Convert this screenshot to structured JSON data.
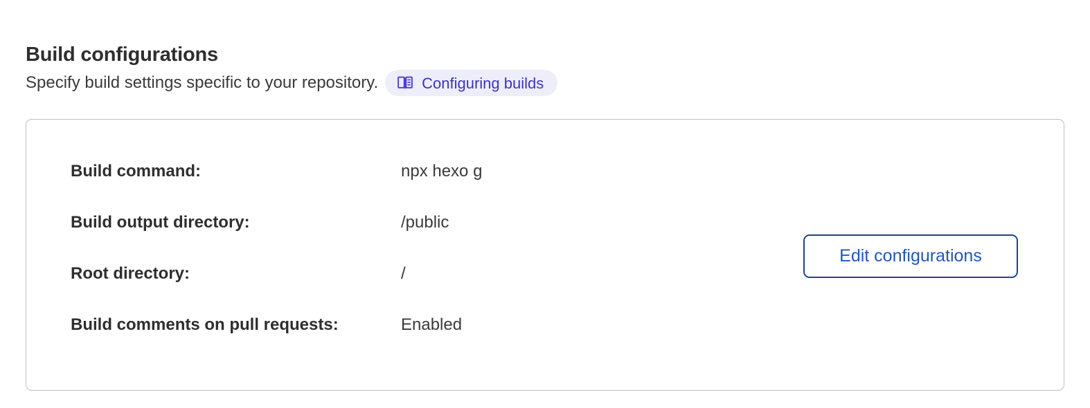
{
  "header": {
    "title": "Build configurations",
    "subtitle": "Specify build settings specific to your repository.",
    "doc_badge": {
      "label": "Configuring builds",
      "icon": "book-icon",
      "background_color": "#eeeefa",
      "text_color": "#3d32c4"
    }
  },
  "card": {
    "border_color": "#bfbfbf",
    "background_color": "#ffffff",
    "rows": [
      {
        "label": "Build command:",
        "value": "npx hexo g"
      },
      {
        "label": "Build output directory:",
        "value": "/public"
      },
      {
        "label": "Root directory:",
        "value": "/"
      },
      {
        "label": "Build comments on pull requests:",
        "value": "Enabled"
      }
    ],
    "edit_button": {
      "label": "Edit configurations",
      "border_color": "#1d4494",
      "text_color": "#2156ba"
    }
  }
}
